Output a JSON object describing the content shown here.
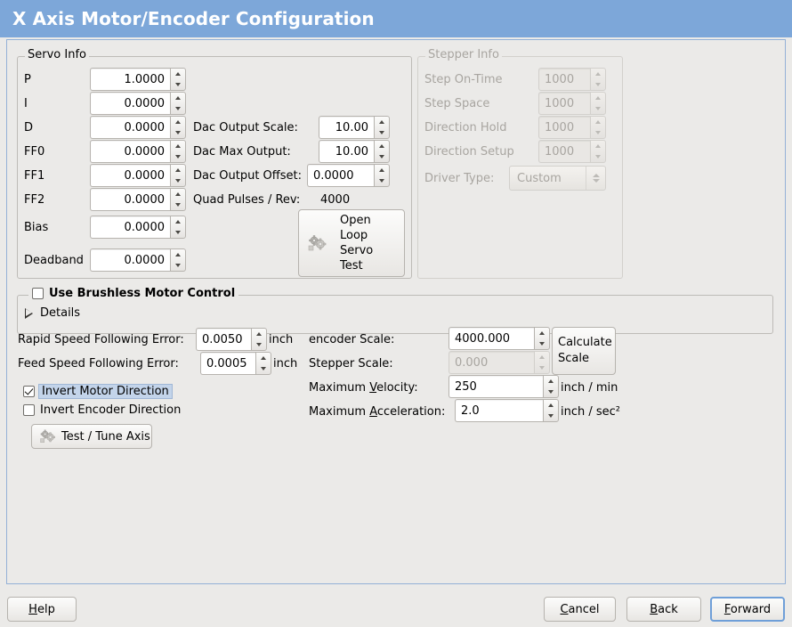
{
  "window": {
    "title": "X Axis Motor/Encoder Configuration",
    "header_color": "#7da7d9",
    "background_color": "#ebeae8",
    "focus_color": "#6f9fd8"
  },
  "servo_info": {
    "legend": "Servo Info",
    "rows": [
      {
        "label": "P",
        "value": "1.0000"
      },
      {
        "label": "I",
        "value": "0.0000"
      },
      {
        "label": "D",
        "value": "0.0000"
      },
      {
        "label": "FF0",
        "value": "0.0000"
      },
      {
        "label": "FF1",
        "value": "0.0000"
      },
      {
        "label": "FF2",
        "value": "0.0000"
      },
      {
        "label": "Bias",
        "value": "0.0000"
      },
      {
        "label": "Deadband",
        "value": "0.0000"
      }
    ],
    "dac": [
      {
        "label": "Dac Output Scale:",
        "value": "10.00"
      },
      {
        "label": "Dac Max Output:",
        "value": "10.00"
      },
      {
        "label": "Dac Output Offset:",
        "value": "0.0000"
      }
    ],
    "quad_pulses_label": "Quad Pulses / Rev:",
    "quad_pulses_value": "4000",
    "open_loop_button": [
      "Open",
      "Loop",
      "Servo",
      "Test"
    ],
    "open_loop_icon": "gears-icon"
  },
  "stepper_info": {
    "legend": "Stepper Info",
    "disabled": true,
    "rows": [
      {
        "label": "Step On-Time",
        "value": "1000"
      },
      {
        "label": "Step Space",
        "value": "1000"
      },
      {
        "label": "Direction Hold",
        "value": "1000"
      },
      {
        "label": "Direction Setup",
        "value": "1000"
      }
    ],
    "driver_type_label": "Driver Type:",
    "driver_type_value": "Custom"
  },
  "brushless": {
    "legend": "Use Brushless Motor Control",
    "checked": false,
    "details_label": "Details",
    "details_expanded": false
  },
  "errors": {
    "rapid_label": "Rapid Speed Following Error:",
    "rapid_value": "0.0050",
    "rapid_unit": "inch",
    "feed_label": "Feed Speed Following Error:",
    "feed_value": "0.0005",
    "feed_unit": "inch"
  },
  "invert": {
    "motor_label": "Invert Motor Direction",
    "motor_checked": true,
    "motor_focused": true,
    "encoder_label": "Invert Encoder Direction",
    "encoder_checked": false
  },
  "test_tune_button": {
    "label": "Test / Tune Axis",
    "icon": "gears-icon"
  },
  "scales": {
    "encoder_label": "encoder Scale:",
    "encoder_value": "4000.000",
    "stepper_label": "Stepper Scale:",
    "stepper_value": "0.000",
    "stepper_disabled": true,
    "calculate_button": [
      "Calculate",
      "Scale"
    ],
    "velocity_label_pre": "Maximum ",
    "velocity_label_mn": "V",
    "velocity_label_post": "elocity:",
    "velocity_value": "250",
    "velocity_unit": "inch / min",
    "accel_label_pre": "Maximum ",
    "accel_label_mn": "A",
    "accel_label_post": "cceleration:",
    "accel_value": "2.0",
    "accel_unit": "inch / sec²"
  },
  "footer": {
    "help": {
      "pre": "",
      "mn": "H",
      "post": "elp"
    },
    "cancel": {
      "pre": "",
      "mn": "C",
      "post": "ancel"
    },
    "back": {
      "pre": "",
      "mn": "B",
      "post": "ack"
    },
    "forward": {
      "pre": "",
      "mn": "F",
      "post": "orward",
      "focused": true
    }
  }
}
